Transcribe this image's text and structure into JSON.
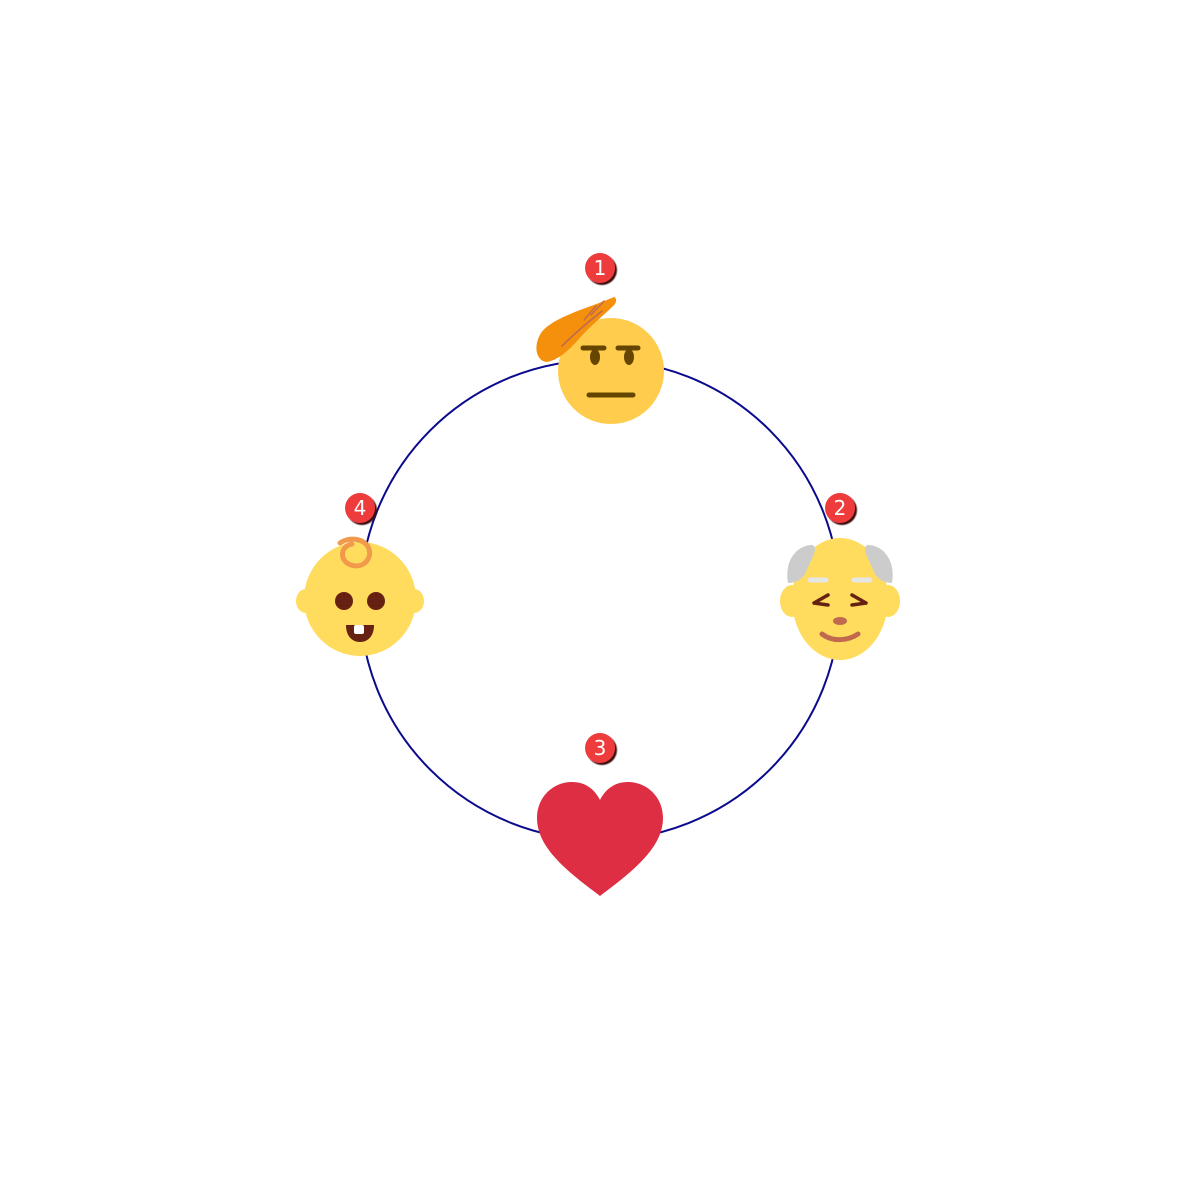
{
  "diagram": {
    "colors": {
      "ring": "#0a0a8c",
      "badge_fill": "#ee3b3b",
      "badge_shadow": "#3a0d0d",
      "badge_text": "#ffffff",
      "face_yellow": "#ffcc4d",
      "baby_yellow": "#ffdc5d",
      "hand_orange": "#f4900c",
      "heart_red": "#dd2e44",
      "hair_grey": "#cccccc",
      "feature_brown": "#664500",
      "feature_dark": "#662113"
    },
    "nodes": [
      {
        "step": "1",
        "icon": "saluting-face-icon"
      },
      {
        "step": "2",
        "icon": "old-man-icon"
      },
      {
        "step": "3",
        "icon": "red-heart-icon"
      },
      {
        "step": "4",
        "icon": "baby-icon"
      }
    ]
  }
}
